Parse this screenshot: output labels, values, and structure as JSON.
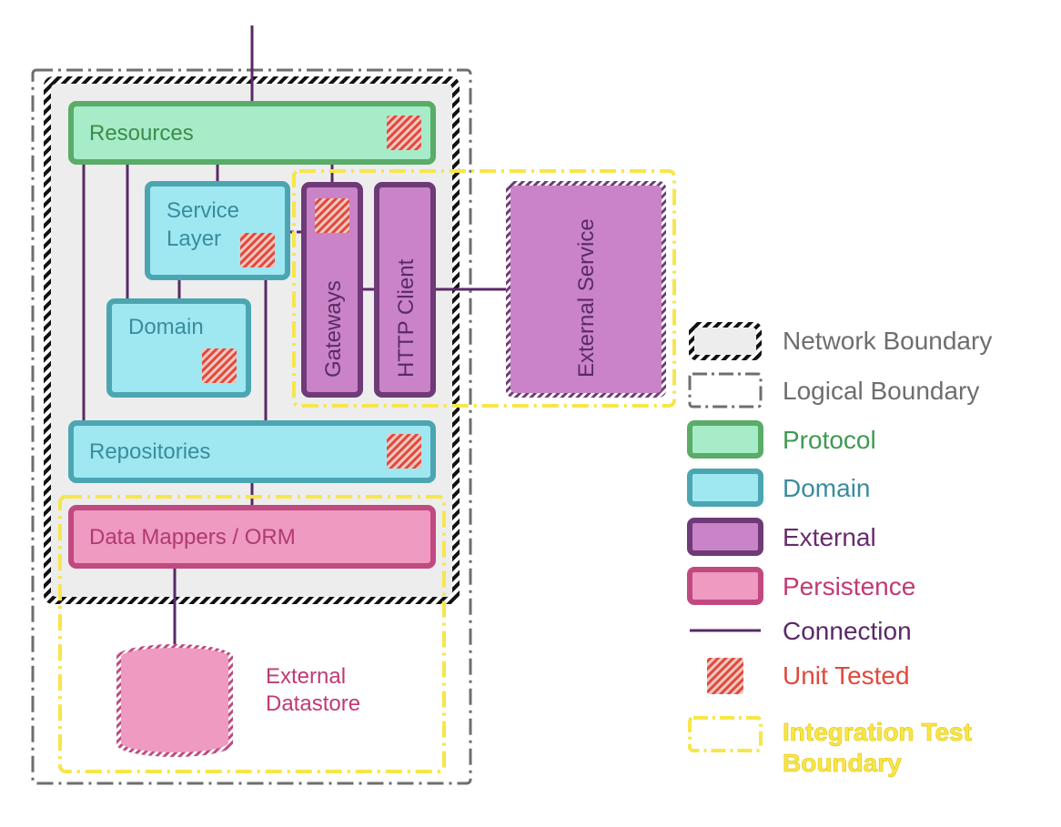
{
  "diagram": {
    "components": {
      "resources": "Resources",
      "service_layer_line1": "Service",
      "service_layer_line2": "Layer",
      "domain": "Domain",
      "gateways": "Gateways",
      "http_client": "HTTP Client",
      "external_service": "External Service",
      "repositories": "Repositories",
      "data_mappers": "Data Mappers / ORM",
      "external_datastore_line1": "External",
      "external_datastore_line2": "Datastore"
    }
  },
  "legend": {
    "items": [
      {
        "id": "network-boundary",
        "label": "Network Boundary",
        "color": "#6e6e6e"
      },
      {
        "id": "logical-boundary",
        "label": "Logical Boundary",
        "color": "#6e6e6e"
      },
      {
        "id": "protocol",
        "label": "Protocol",
        "color": "#3f9a52"
      },
      {
        "id": "domain",
        "label": "Domain",
        "color": "#3a8c9c"
      },
      {
        "id": "external",
        "label": "External",
        "color": "#6a2a6e"
      },
      {
        "id": "persistence",
        "label": "Persistence",
        "color": "#c03a74"
      },
      {
        "id": "connection",
        "label": "Connection",
        "color": "#5a2a66"
      },
      {
        "id": "unit-tested",
        "label": "Unit Tested",
        "color": "#e0493d"
      }
    ],
    "integration_line1": "Integration Test",
    "integration_line2": "Boundary",
    "integration_color": "#f7e64a"
  },
  "colors": {
    "protocol_fill": "#a6ecc8",
    "protocol_stroke": "#5aac68",
    "domain_fill": "#9fe8f2",
    "domain_stroke": "#4ba6b2",
    "external_fill": "#c983c6",
    "external_stroke": "#6e3a78",
    "persistence_fill": "#ef9ac0",
    "persistence_stroke": "#c04a80",
    "connection": "#5a2a66",
    "unit": "#e0493d",
    "integration": "#f7e64a"
  }
}
